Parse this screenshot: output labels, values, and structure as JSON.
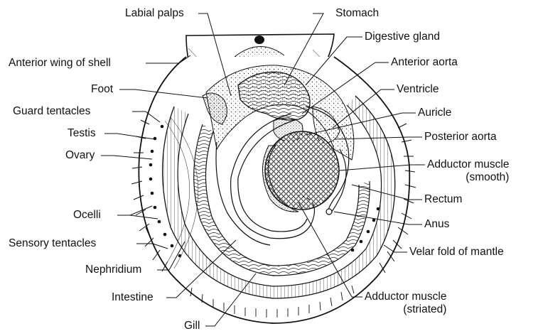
{
  "diagram": {
    "labels": {
      "labial_palps": "Labial palps",
      "stomach": "Stomach",
      "digestive_gland": "Digestive gland",
      "anterior_wing": "Anterior wing of shell",
      "anterior_aorta": "Anterior aorta",
      "foot": "Foot",
      "ventricle": "Ventricle",
      "guard_tentacles": "Guard tentacles",
      "auricle": "Auricle",
      "testis": "Testis",
      "posterior_aorta": "Posterior aorta",
      "ovary": "Ovary",
      "adductor_smooth_1": "Adductor muscle",
      "adductor_smooth_2": "(smooth)",
      "rectum": "Rectum",
      "ocelli": "Ocelli",
      "anus": "Anus",
      "sensory_tentacles": "Sensory tentacles",
      "velar_fold": "Velar fold of mantle",
      "nephridium": "Nephridium",
      "intestine": "Intestine",
      "adductor_striated_1": "Adductor muscle",
      "adductor_striated_2": "(striated)",
      "gill": "Gill"
    }
  }
}
